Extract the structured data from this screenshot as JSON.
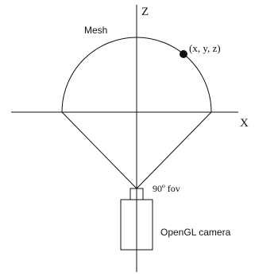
{
  "labels": {
    "z_axis": "Z",
    "x_axis": "X",
    "mesh": "Mesh",
    "point": "(x, y, z)",
    "fov": "90º fov",
    "camera": "OpenGL camera"
  },
  "colors": {
    "stroke": "#111111",
    "background": "#ffffff"
  }
}
